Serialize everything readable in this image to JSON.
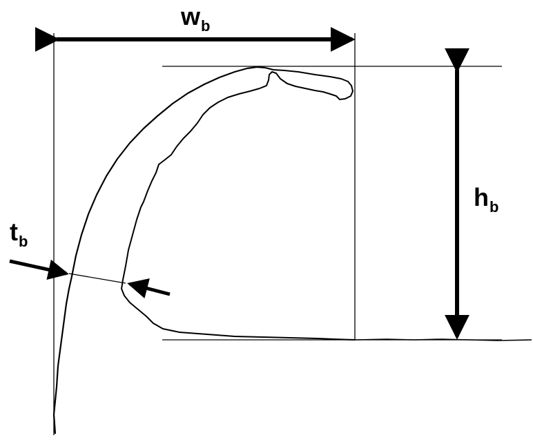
{
  "labels": {
    "width": {
      "main": "w",
      "sub": "b"
    },
    "height": {
      "main": "h",
      "sub": "b"
    },
    "thickness": {
      "main": "t",
      "sub": "b"
    }
  },
  "colors": {
    "ink": "#000000",
    "background": "#ffffff"
  }
}
